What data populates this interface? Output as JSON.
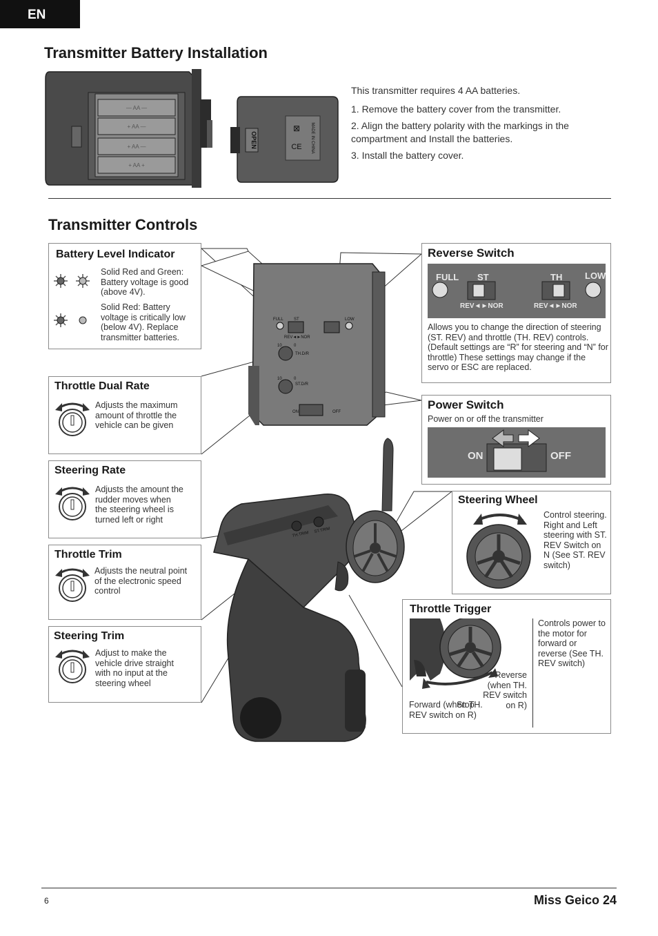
{
  "header": {
    "lang_tab": "EN"
  },
  "battery_install": {
    "title": "Transmitter Battery Installation",
    "intro": "This transmitter requires 4 AA batteries.",
    "steps": [
      "1. Remove the battery cover from the transmitter.",
      "2. Align the battery polarity with the markings in the compartment and Install the batteries.",
      "3. Install the battery cover."
    ],
    "cover_label_open": "OPEN",
    "cover_label_made": "MADE IN CHINA"
  },
  "controls": {
    "title": "Transmitter Controls",
    "battery_level": {
      "title": "Battery Level Indicator",
      "good": "Solid Red and Green: Battery voltage is good (above 4V).",
      "low": "Solid Red: Battery voltage is critically low (below 4V). Replace transmitter batteries."
    },
    "throttle_dual_rate": {
      "title": "Throttle Dual Rate",
      "desc": "Adjusts the maximum amount of throttle the vehicle can be given"
    },
    "steering_rate": {
      "title": "Steering Rate",
      "desc": "Adjusts the amount the rudder moves when the steering wheel is turned left or right"
    },
    "throttle_trim": {
      "title": "Throttle Trim",
      "desc": "Adjusts the neutral point of the electronic speed control"
    },
    "steering_trim": {
      "title": "Steering Trim",
      "desc": "Adjust to make the vehicle drive straight with no input at the steering wheel"
    },
    "reverse_switch": {
      "title": "Reverse Switch",
      "label_full": "FULL",
      "label_st": "ST",
      "label_th": "TH",
      "label_low": "LOW",
      "label_rev_nor": "REV◄►NOR",
      "desc": "Allows you to change the direction of steering (ST. REV) and throttle (TH. REV) controls. (Default settings are “R” for steering and “N” for throttle) These settings may change if the servo or ESC are replaced."
    },
    "power_switch": {
      "title": "Power Switch",
      "desc": "Power on or off the transmitter",
      "on": "ON",
      "off": "OFF"
    },
    "steering_wheel": {
      "title": "Steering Wheel",
      "desc": "Control steering. Right and Left steering with ST. REV Switch on N (See ST. REV switch)"
    },
    "throttle_trigger": {
      "title": "Throttle Trigger",
      "desc": "Controls power to the motor for forward or reverse (See TH. REV switch)",
      "reverse": "Reverse (when TH. REV switch on R)",
      "stop": "Stop",
      "forward": "Forward (when TH. REV switch on R)"
    },
    "panel_labels": {
      "full": "FULL",
      "st": "ST",
      "low": "LOW",
      "th_dr": "TH.D/R",
      "st_dr": "ST.D/R",
      "on": "ON",
      "off": "OFF",
      "rev_nor": "REV◄►NOR",
      "th_trim": "TH.TRIM",
      "st_trim": "ST.TRIM",
      "ten": "10",
      "zero": "0"
    }
  },
  "footer": {
    "page": "6",
    "product": "Miss Geico 24"
  },
  "colors": {
    "dark": "#3a3a3a",
    "body": "#555555",
    "light": "#bdbdbd"
  }
}
